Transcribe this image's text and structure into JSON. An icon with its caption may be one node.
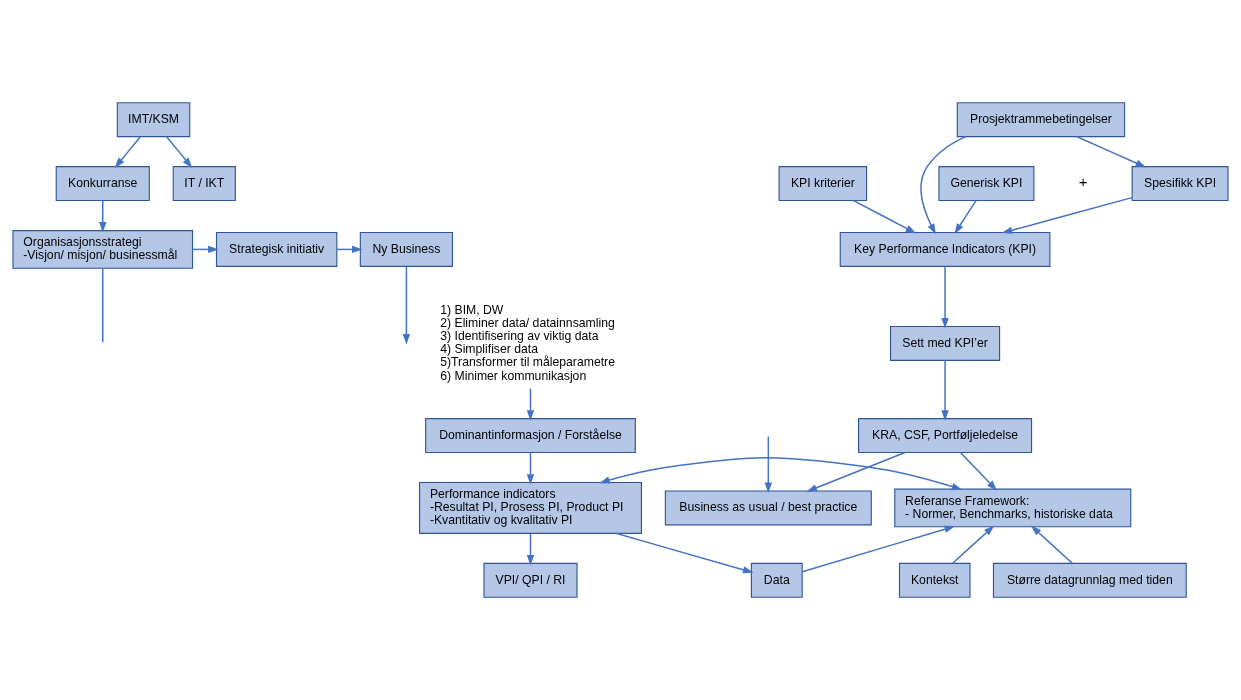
{
  "diagram": {
    "nodes": [
      {
        "text": [
          "IMT/KSM"
        ]
      },
      {
        "text": [
          "Konkurranse"
        ]
      },
      {
        "text": [
          "IT / IKT"
        ]
      },
      {
        "text": [
          "1) BIM, DW",
          "2) Eliminer data/ datainnsamling",
          "3) Identifisering av viktig data",
          "4) Simplifiser data",
          "5)Transformer til måleparametre",
          "6) Minimer kommunikasjon"
        ]
      },
      {
        "text": [
          "Business as usual / best practice"
        ]
      },
      {
        "text": [
          "KRA, CSF, Portføljeledelse"
        ]
      },
      {
        "text": [
          "Sett med KPI’er"
        ]
      },
      {
        "text": [
          "Key Performance Indicators (KPI)"
        ]
      },
      {
        "text": [
          "KPI kriterier"
        ]
      },
      {
        "text": [
          "Prosjektrammebetingelser"
        ]
      },
      {
        "text": [
          "Generisk KPI"
        ]
      },
      {
        "text": [
          "Spesifikk KPI"
        ]
      },
      {
        "text": [
          "VPI/ QPI / RI"
        ]
      },
      {
        "text": [
          "Performance indicators",
          "-Resultat PI, Prosess PI, Product PI",
          "-Kvantitativ og kvalitativ PI"
        ]
      },
      {
        "text": [
          "Referanse Framework:",
          "- Normer, Benchmarks, historiske data"
        ]
      },
      {
        "text": [
          "Data"
        ]
      },
      {
        "text": [
          "Kontekst"
        ]
      },
      {
        "text": [
          "Større datagrunnlag med tiden"
        ]
      },
      {
        "text": [
          "Dominantinformasjon / Forståelse"
        ]
      },
      {
        "text": [
          "Organisasjonsstrategi",
          "-Visjon/ misjon/ businessmål"
        ]
      },
      {
        "text": [
          "Strategisk initiativ"
        ]
      },
      {
        "text": [
          "Ny Business"
        ]
      }
    ],
    "edges": [
      {
        "from": 0,
        "to": 1,
        "arrow": "to"
      },
      {
        "from": 0,
        "to": 2,
        "arrow": "to"
      },
      {
        "from": 1,
        "to": 19,
        "arrow": "to"
      },
      {
        "from": 3,
        "to": 18,
        "arrow": "to"
      },
      {
        "from": null,
        "to": 4,
        "arrow": "to"
      },
      {
        "from": 5,
        "to": 4,
        "arrow": "to"
      },
      {
        "from": 5,
        "to": 14,
        "arrow": "to"
      },
      {
        "from": 6,
        "to": 5,
        "arrow": "to"
      },
      {
        "from": 7,
        "to": 6,
        "arrow": "to"
      },
      {
        "from": 8,
        "to": 7,
        "arrow": "to"
      },
      {
        "from": 9,
        "to": 7,
        "arrow": "to"
      },
      {
        "from": 9,
        "to": 11,
        "arrow": "to"
      },
      {
        "from": 10,
        "to": 7,
        "arrow": "to"
      },
      {
        "from": 11,
        "to": 7,
        "arrow": "to"
      },
      {
        "from": 13,
        "to": 12,
        "arrow": "to"
      },
      {
        "from": 13,
        "to": 14,
        "arrow": "both"
      },
      {
        "from": 13,
        "to": 15,
        "arrow": "to"
      },
      {
        "from": 15,
        "to": 14,
        "arrow": "to"
      },
      {
        "from": 16,
        "to": 14,
        "arrow": "to"
      },
      {
        "from": 17,
        "to": 14,
        "arrow": "to"
      },
      {
        "from": 18,
        "to": 13,
        "arrow": "to"
      },
      {
        "from": 19,
        "to": 20,
        "arrow": "to"
      },
      {
        "from": 20,
        "to": 21,
        "arrow": "to"
      },
      {
        "from": 19,
        "to": null,
        "arrow": "none"
      },
      {
        "from": 21,
        "to": null,
        "arrow": "to"
      }
    ],
    "labels": [
      "+"
    ]
  }
}
